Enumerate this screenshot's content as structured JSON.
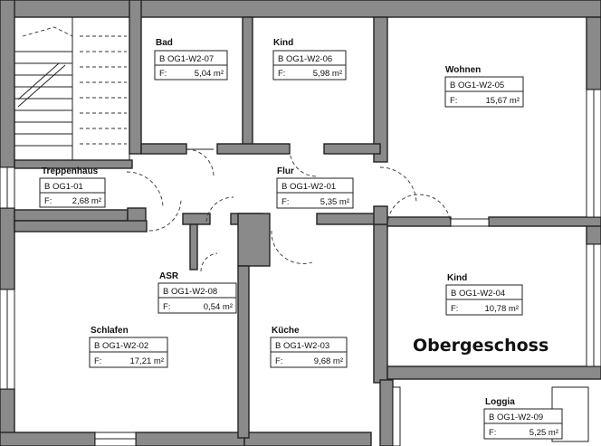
{
  "plan_title": "Obergeschoss",
  "rooms": {
    "bad": {
      "name": "Bad",
      "id": "B OG1-W2-07",
      "area_prefix": "F:",
      "area": "5,04 m²"
    },
    "kind_top": {
      "name": "Kind",
      "id": "B OG1-W2-06",
      "area_prefix": "F:",
      "area": "5,98 m²"
    },
    "wohnen": {
      "name": "Wohnen",
      "id": "B OG1-W2-05",
      "area_prefix": "F:",
      "area": "15,67 m²"
    },
    "treppenhaus": {
      "name": "Treppenhaus",
      "id": "B OG1-01",
      "area_prefix": "F:",
      "area": "2,68 m²"
    },
    "flur": {
      "name": "Flur",
      "id": "B OG1-W2-01",
      "area_prefix": "F:",
      "area": "5,35 m²"
    },
    "asr": {
      "name": "ASR",
      "id": "B OG1-W2-08",
      "area_prefix": "F:",
      "area": "0,54 m²"
    },
    "kind_right": {
      "name": "Kind",
      "id": "B OG1-W2-04",
      "area_prefix": "F:",
      "area": "10,78 m²"
    },
    "schlafen": {
      "name": "Schlafen",
      "id": "B OG1-W2-02",
      "area_prefix": "F:",
      "area": "17,21 m²"
    },
    "kueche": {
      "name": "Küche",
      "id": "B OG1-W2-03",
      "area_prefix": "F:",
      "area": "9,68 m²"
    },
    "loggia": {
      "name": "Loggia",
      "id": "B OG1-W2-09",
      "area_prefix": "F:",
      "area": "5,25 m²"
    }
  }
}
